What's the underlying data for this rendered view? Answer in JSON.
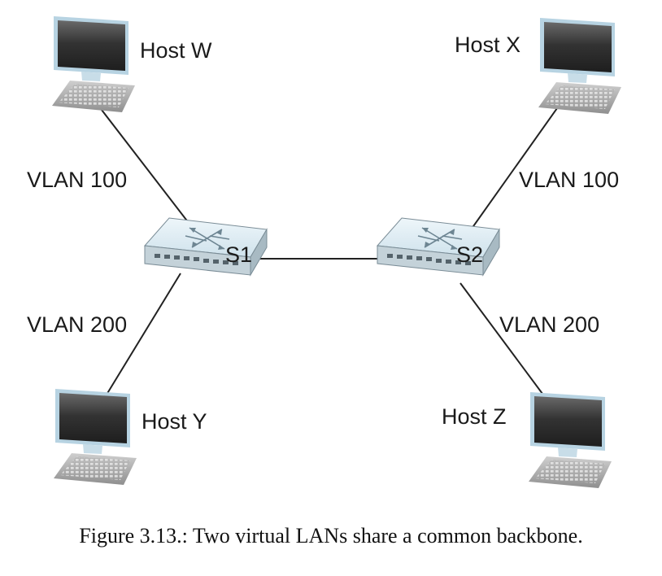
{
  "hosts": {
    "w": {
      "label": "Host W"
    },
    "x": {
      "label": "Host X"
    },
    "y": {
      "label": "Host Y"
    },
    "z": {
      "label": "Host Z"
    }
  },
  "switches": {
    "s1": {
      "label": "S1"
    },
    "s2": {
      "label": "S2"
    }
  },
  "links": {
    "w_s1": {
      "label": "VLAN 100"
    },
    "x_s2": {
      "label": "VLAN 100"
    },
    "y_s1": {
      "label": "VLAN 200"
    },
    "z_s2": {
      "label": "VLAN 200"
    }
  },
  "caption": "Figure 3.13.: Two virtual LANs share a common backbone.",
  "icons": {
    "host": "computer-icon",
    "switch": "network-switch-icon"
  },
  "colors": {
    "link": "#222222",
    "screen_dark": "#2b2b2b",
    "screen_frame": "#aeccdc",
    "switch_body": "#dbe9f0"
  }
}
